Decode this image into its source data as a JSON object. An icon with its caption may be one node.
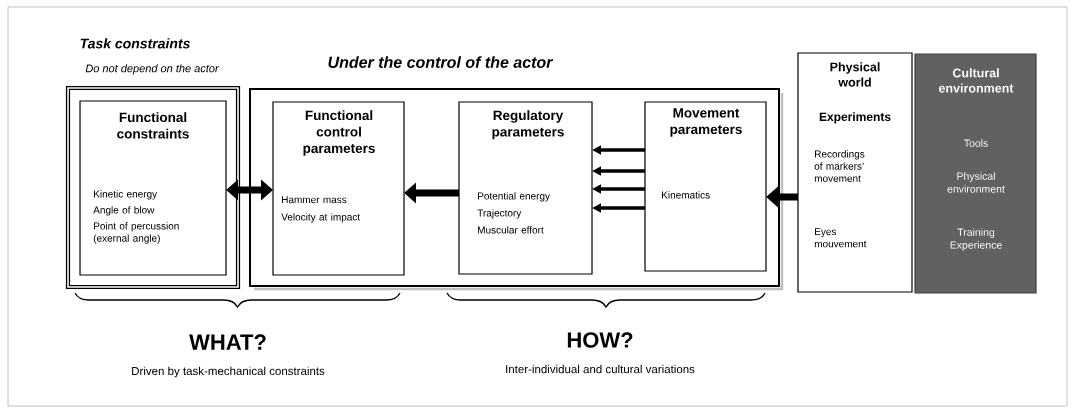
{
  "diagram": {
    "nodes": [
      {
        "text": [
          "Task constraints",
          "Do not depend on the actor"
        ]
      },
      {
        "text": [
          "Functional constraints",
          "Kinetic energy",
          "Angle of blow",
          "Point of percussion (exernal angle)"
        ],
        "in": 0
      },
      {
        "text": [
          "Under the control of the actor"
        ]
      },
      {
        "text": [
          "Functional control parameters",
          "Hammer mass",
          "Velocity at impact"
        ],
        "in": 2
      },
      {
        "text": [
          "Regulatory parameters",
          "Potential energy",
          "Trajectory",
          "Muscular effort"
        ],
        "in": 2
      },
      {
        "text": [
          "Movement parameters",
          "Kinematics"
        ],
        "in": 2
      },
      {
        "text": [
          "Physical world",
          "Experiments",
          "Recordings of markers’ movement",
          "Eyes mouvement"
        ]
      },
      {
        "text": [
          "Cultural environment",
          "Tools",
          "Physical environment",
          "Training Experience"
        ]
      }
    ],
    "edges": [
      {
        "from": 1,
        "to": 3,
        "arrow": "both",
        "style": "thick"
      },
      {
        "from": 4,
        "to": 3,
        "arrow": "to",
        "style": "thick"
      },
      {
        "from": 5,
        "to": 4,
        "arrow": "to"
      },
      {
        "from": 5,
        "to": 4,
        "arrow": "to"
      },
      {
        "from": 5,
        "to": 4,
        "arrow": "to"
      },
      {
        "from": 5,
        "to": 4,
        "arrow": "to"
      },
      {
        "from": 6,
        "to": 5,
        "arrow": "to",
        "style": "thick"
      }
    ],
    "labels": [
      "WHAT?",
      "Driven by task-mechanical constraints",
      "HOW?",
      "Inter-individual and cultural variations"
    ]
  }
}
